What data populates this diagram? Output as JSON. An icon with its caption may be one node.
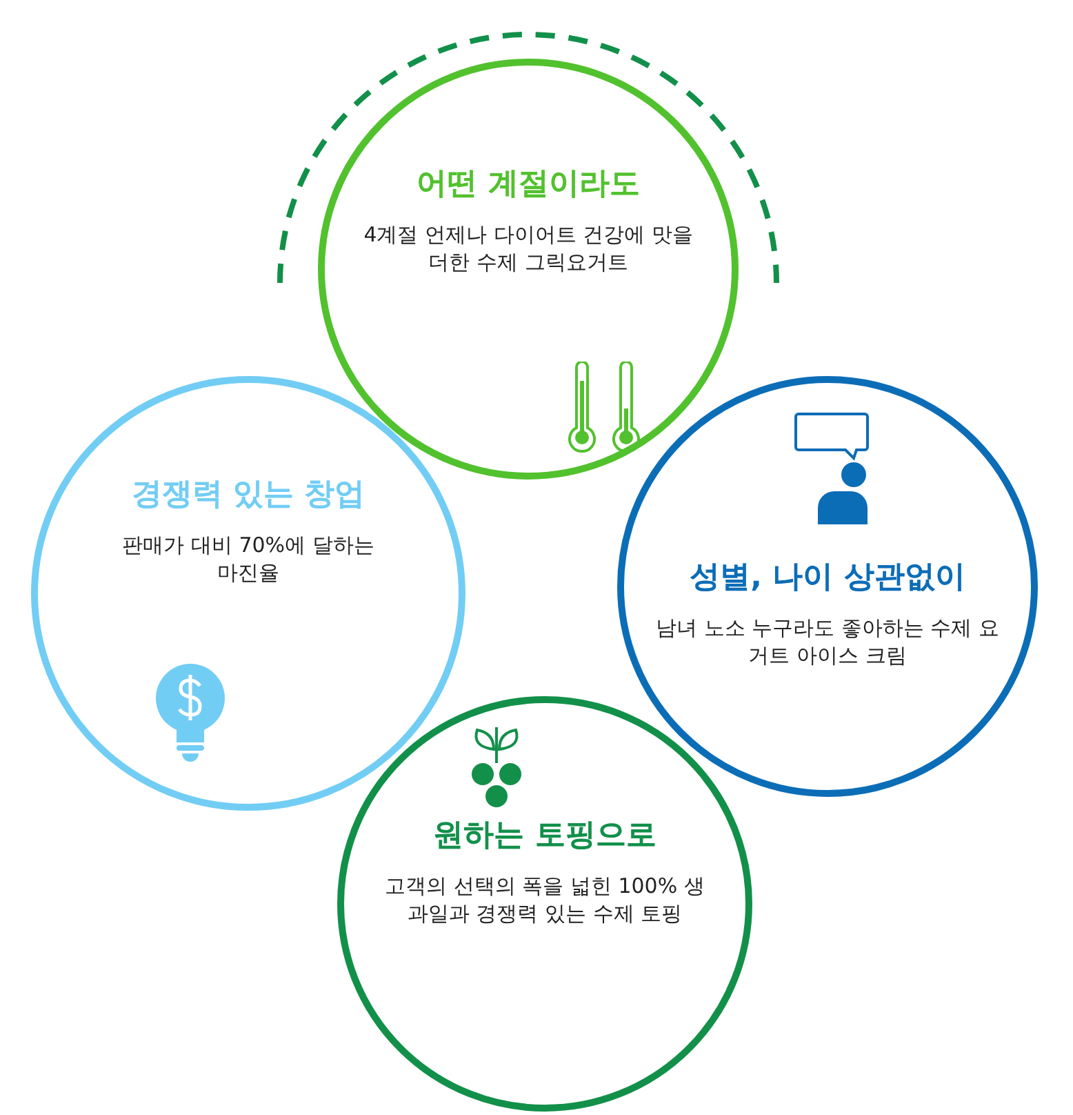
{
  "diagram": {
    "nodes": [
      {
        "text": [
          "어떤 계절이라도",
          "4계절 언제나 다이어트 건강에 맛을 더한 수제 그릭요거트"
        ]
      },
      {
        "text": [
          "경쟁력 있는 창업",
          "판매가 대비 70%에 달하는 마진율"
        ]
      },
      {
        "text": [
          "성별, 나이 상관없이",
          "남녀 노소 누구라도 좋아하는 수제 요거트 아이스 크림"
        ]
      },
      {
        "text": [
          "원하는 토핑으로",
          "고객의 선택의 폭을 넓힌 100% 생과일과 경쟁력 있는 수제 토핑"
        ]
      }
    ]
  }
}
